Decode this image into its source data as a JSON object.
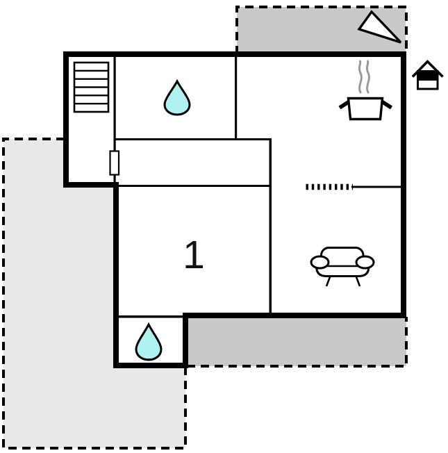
{
  "floorplan": {
    "bedroom_label": "1",
    "colors": {
      "wall": "#000000",
      "terrace_light": "#e8e8e8",
      "terrace_dark": "#c9c9c9",
      "water_drop": "#b0f1f1",
      "steam": "#999999",
      "room_fill": "#ffffff",
      "label_text": "#111111"
    },
    "icons": {
      "stairs": "stairs",
      "bathroom_top": "water-drop",
      "bathroom_bottom": "water-drop",
      "kitchen": "cooking-pot-with-steam",
      "living_room": "sofa",
      "terrace_marker": "north-arrow-triangle",
      "entrance": "house-entrance",
      "door": "door-opening",
      "room_divider": "tick-divider"
    }
  }
}
